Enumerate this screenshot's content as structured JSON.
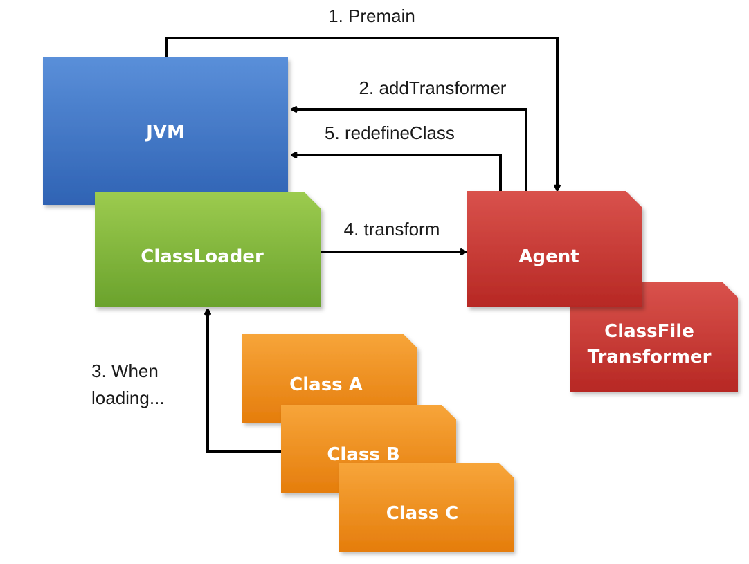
{
  "nodes": {
    "jvm": {
      "label": "JVM",
      "color": "#3d76c8"
    },
    "classloader": {
      "label": "ClassLoader",
      "color": "#7eb63a"
    },
    "agent": {
      "label": "Agent",
      "color": "#c9302d"
    },
    "transformer": {
      "label_line1": "ClassFile",
      "label_line2": "Transformer",
      "color": "#c9302d"
    },
    "class_a": {
      "label": "Class A",
      "color": "#f08a16"
    },
    "class_b": {
      "label": "Class B",
      "color": "#f08a16"
    },
    "class_c": {
      "label": "Class C",
      "color": "#f08a16"
    }
  },
  "edges": {
    "premain": "1. Premain",
    "add_transformer": "2. addTransformer",
    "when_loading_line1": "3. When",
    "when_loading_line2": "loading...",
    "transform": "4. transform",
    "redefine_class": "5. redefineClass"
  }
}
